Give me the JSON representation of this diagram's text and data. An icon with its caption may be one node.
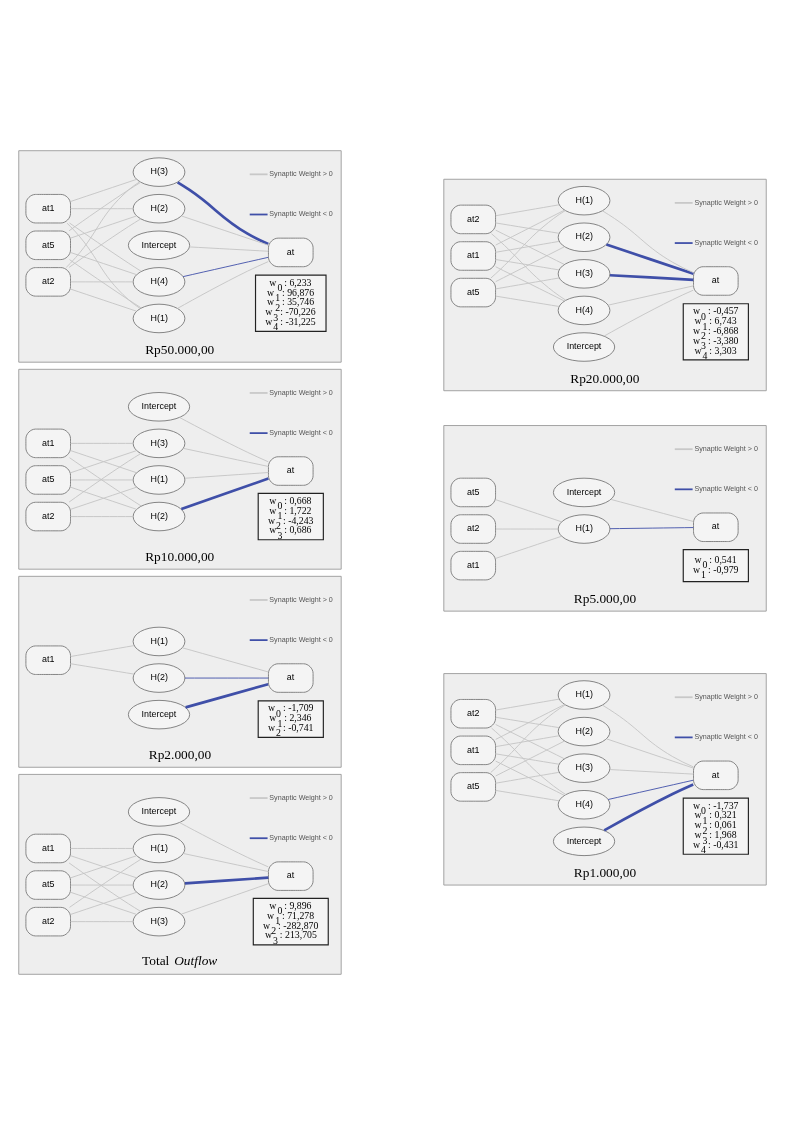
{
  "diagram": {
    "nodes": [
      {
        "text": [
          "Rp50.000,00"
        ]
      },
      {
        "text": [
          "at1"
        ],
        "in": 0
      },
      {
        "text": [
          "at2"
        ],
        "in": 0
      },
      {
        "text": [
          "at5"
        ],
        "in": 0
      },
      {
        "text": [
          "Intercept"
        ],
        "in": 0
      },
      {
        "text": [
          "H(1)"
        ],
        "in": 0
      },
      {
        "text": [
          "H(2)"
        ],
        "in": 0
      },
      {
        "text": [
          "H(3)"
        ],
        "in": 0
      },
      {
        "text": [
          "H(4)"
        ],
        "in": 0
      },
      {
        "text": [
          "at"
        ],
        "in": 0
      },
      {
        "text": [
          "w$_{0}$ : 6,233",
          "w$_{1}$ : 96,876",
          "w$_{2}$ : 35,746",
          "w$_{3}$ : -70,226",
          "w$_{4}$ : -31,225"
        ],
        "in": 0
      },
      {
        "text": [
          "Rp20.000,00"
        ]
      },
      {
        "text": [
          "at1"
        ],
        "in": 11
      },
      {
        "text": [
          "at2"
        ],
        "in": 11
      },
      {
        "text": [
          "at5"
        ],
        "in": 11
      },
      {
        "text": [
          "Intercept"
        ],
        "in": 11
      },
      {
        "text": [
          "H(1)"
        ],
        "in": 11
      },
      {
        "text": [
          "H(2)"
        ],
        "in": 11
      },
      {
        "text": [
          "H(3)"
        ],
        "in": 11
      },
      {
        "text": [
          "H(4)"
        ],
        "in": 11
      },
      {
        "text": [
          "at"
        ],
        "in": 11
      },
      {
        "text": [
          "w$_{0}$ : -0,457",
          "w$_{1}$ : 6,743",
          "w$_{2}$ : -6,868",
          "w$_{3}$ : -3,380",
          "w$_{4}$ : 3,303"
        ],
        "in": 11
      },
      {
        "text": [
          "Rp10.000,00"
        ]
      },
      {
        "text": [
          "at1"
        ],
        "in": 22
      },
      {
        "text": [
          "at2"
        ],
        "in": 22
      },
      {
        "text": [
          "at5"
        ],
        "in": 22
      },
      {
        "text": [
          "Intercept"
        ],
        "in": 22
      },
      {
        "text": [
          "H(1)"
        ],
        "in": 22
      },
      {
        "text": [
          "H(2)"
        ],
        "in": 22
      },
      {
        "text": [
          "H(3)"
        ],
        "in": 22
      },
      {
        "text": [
          "at"
        ],
        "in": 22
      },
      {
        "text": [
          "w$_{0}$ : 0,668",
          "w$_{1}$ : 1,722",
          "w$_{2}$ : -4,243",
          "w$_{3}$ : 0,686"
        ],
        "in": 22
      },
      {
        "text": [
          "Rp5.000,00"
        ]
      },
      {
        "text": [
          "at1"
        ],
        "in": 32
      },
      {
        "text": [
          "at2"
        ],
        "in": 32
      },
      {
        "text": [
          "at5"
        ],
        "in": 32
      },
      {
        "text": [
          "Intercept"
        ],
        "in": 32
      },
      {
        "text": [
          "H(1)"
        ],
        "in": 32
      },
      {
        "text": [
          "at"
        ],
        "in": 32
      },
      {
        "text": [
          "w$_{0}$ : 0,541",
          "w$_{1}$ : -0,979"
        ],
        "in": 32
      },
      {
        "text": [
          "Rp2.000,00"
        ]
      },
      {
        "text": [
          "at1"
        ],
        "in": 40
      },
      {
        "text": [
          "Intercept"
        ],
        "in": 40
      },
      {
        "text": [
          "H(1)"
        ],
        "in": 40
      },
      {
        "text": [
          "H(2)"
        ],
        "in": 40
      },
      {
        "text": [
          "at"
        ],
        "in": 40
      },
      {
        "text": [
          "w$_{0}$ : -1,709",
          "w$_{1}$ : 2,346",
          "w$_{2}$ : -0,741"
        ],
        "in": 40
      },
      {
        "text": [
          "Rp1.000,00"
        ]
      },
      {
        "text": [
          "at1"
        ],
        "in": 47
      },
      {
        "text": [
          "at2"
        ],
        "in": 47
      },
      {
        "text": [
          "at5"
        ],
        "in": 47
      },
      {
        "text": [
          "Intercept"
        ],
        "in": 47
      },
      {
        "text": [
          "H(1)"
        ],
        "in": 47
      },
      {
        "text": [
          "H(2)"
        ],
        "in": 47
      },
      {
        "text": [
          "H(3)"
        ],
        "in": 47
      },
      {
        "text": [
          "H(4)"
        ],
        "in": 47
      },
      {
        "text": [
          "at"
        ],
        "in": 47
      },
      {
        "text": [
          "w$_{0}$ : -1,737",
          "w$_{1}$ : 0,321",
          "w$_{2}$ : 0,061",
          "w$_{3}$ : 1,968",
          "w$_{4}$ : -0,431"
        ],
        "in": 47
      },
      {
        "text": [
          "Total *Outflow*"
        ]
      },
      {
        "text": [
          "at1"
        ],
        "in": 58
      },
      {
        "text": [
          "at2"
        ],
        "in": 58
      },
      {
        "text": [
          "at5"
        ],
        "in": 58
      },
      {
        "text": [
          "Intercept"
        ],
        "in": 58
      },
      {
        "text": [
          "H(1)"
        ],
        "in": 58
      },
      {
        "text": [
          "H(2)"
        ],
        "in": 58
      },
      {
        "text": [
          "H(3)"
        ],
        "in": 58
      },
      {
        "text": [
          "at"
        ],
        "in": 58
      },
      {
        "text": [
          "w$_{0}$ : 9,896",
          "w$_{1}$ : 71,278",
          "w$_{2}$ : -282,870",
          "w$_{3}$ : 213,705"
        ],
        "in": 58
      }
    ],
    "edges": [
      {
        "from": 1,
        "to": 5,
        "arrow": "none"
      },
      {
        "from": 1,
        "to": 6,
        "arrow": "none"
      },
      {
        "from": 1,
        "to": 7,
        "arrow": "none"
      },
      {
        "from": 1,
        "to": 8,
        "arrow": "none"
      },
      {
        "from": 2,
        "to": 5,
        "arrow": "none"
      },
      {
        "from": 2,
        "to": 6,
        "arrow": "none"
      },
      {
        "from": 2,
        "to": 7,
        "arrow": "none"
      },
      {
        "from": 2,
        "to": 8,
        "arrow": "none"
      },
      {
        "from": 3,
        "to": 5,
        "arrow": "none"
      },
      {
        "from": 3,
        "to": 6,
        "arrow": "none"
      },
      {
        "from": 3,
        "to": 7,
        "arrow": "none"
      },
      {
        "from": 3,
        "to": 8,
        "arrow": "none"
      },
      {
        "from": 4,
        "to": 9,
        "arrow": "none"
      },
      {
        "from": 5,
        "to": 9,
        "arrow": "none"
      },
      {
        "from": 6,
        "to": 9,
        "arrow": "none"
      },
      {
        "from": 7,
        "to": 9,
        "arrow": "none",
        "style": "thick",
        "color": "#3f4fa8"
      },
      {
        "from": 8,
        "to": 9,
        "arrow": "none",
        "color": "#3f4fa8"
      },
      {
        "from": 12,
        "to": 16,
        "arrow": "none"
      },
      {
        "from": 12,
        "to": 17,
        "arrow": "none"
      },
      {
        "from": 12,
        "to": 18,
        "arrow": "none"
      },
      {
        "from": 12,
        "to": 19,
        "arrow": "none"
      },
      {
        "from": 13,
        "to": 16,
        "arrow": "none"
      },
      {
        "from": 13,
        "to": 17,
        "arrow": "none"
      },
      {
        "from": 13,
        "to": 18,
        "arrow": "none"
      },
      {
        "from": 13,
        "to": 19,
        "arrow": "none"
      },
      {
        "from": 14,
        "to": 16,
        "arrow": "none"
      },
      {
        "from": 14,
        "to": 17,
        "arrow": "none"
      },
      {
        "from": 14,
        "to": 18,
        "arrow": "none"
      },
      {
        "from": 14,
        "to": 19,
        "arrow": "none"
      },
      {
        "from": 15,
        "to": 20,
        "arrow": "none"
      },
      {
        "from": 16,
        "to": 20,
        "arrow": "none"
      },
      {
        "from": 17,
        "to": 20,
        "arrow": "none",
        "style": "thick",
        "color": "#3f4fa8"
      },
      {
        "from": 18,
        "to": 20,
        "arrow": "none",
        "style": "thick",
        "color": "#3f4fa8"
      },
      {
        "from": 19,
        "to": 20,
        "arrow": "none"
      },
      {
        "from": 23,
        "to": 27,
        "arrow": "none"
      },
      {
        "from": 23,
        "to": 28,
        "arrow": "none"
      },
      {
        "from": 23,
        "to": 29,
        "arrow": "none"
      },
      {
        "from": 24,
        "to": 27,
        "arrow": "none"
      },
      {
        "from": 24,
        "to": 28,
        "arrow": "none"
      },
      {
        "from": 24,
        "to": 29,
        "arrow": "none"
      },
      {
        "from": 25,
        "to": 27,
        "arrow": "none"
      },
      {
        "from": 25,
        "to": 28,
        "arrow": "none"
      },
      {
        "from": 25,
        "to": 29,
        "arrow": "none"
      },
      {
        "from": 26,
        "to": 30,
        "arrow": "none"
      },
      {
        "from": 27,
        "to": 30,
        "arrow": "none"
      },
      {
        "from": 28,
        "to": 30,
        "arrow": "none",
        "style": "thick",
        "color": "#3f4fa8"
      },
      {
        "from": 29,
        "to": 30,
        "arrow": "none"
      },
      {
        "from": 33,
        "to": 37,
        "arrow": "none"
      },
      {
        "from": 34,
        "to": 37,
        "arrow": "none"
      },
      {
        "from": 35,
        "to": 37,
        "arrow": "none"
      },
      {
        "from": 36,
        "to": 38,
        "arrow": "none"
      },
      {
        "from": 37,
        "to": 38,
        "arrow": "none",
        "color": "#3f4fa8"
      },
      {
        "from": 41,
        "to": 43,
        "arrow": "none"
      },
      {
        "from": 41,
        "to": 44,
        "arrow": "none"
      },
      {
        "from": 42,
        "to": 45,
        "arrow": "none",
        "style": "thick",
        "color": "#3f4fa8"
      },
      {
        "from": 43,
        "to": 45,
        "arrow": "none"
      },
      {
        "from": 44,
        "to": 45,
        "arrow": "none",
        "color": "#3f4fa8"
      },
      {
        "from": 48,
        "to": 52,
        "arrow": "none"
      },
      {
        "from": 48,
        "to": 53,
        "arrow": "none"
      },
      {
        "from": 48,
        "to": 54,
        "arrow": "none"
      },
      {
        "from": 48,
        "to": 55,
        "arrow": "none"
      },
      {
        "from": 49,
        "to": 52,
        "arrow": "none"
      },
      {
        "from": 49,
        "to": 53,
        "arrow": "none"
      },
      {
        "from": 49,
        "to": 54,
        "arrow": "none"
      },
      {
        "from": 49,
        "to": 55,
        "arrow": "none"
      },
      {
        "from": 50,
        "to": 52,
        "arrow": "none"
      },
      {
        "from": 50,
        "to": 53,
        "arrow": "none"
      },
      {
        "from": 50,
        "to": 54,
        "arrow": "none"
      },
      {
        "from": 50,
        "to": 55,
        "arrow": "none"
      },
      {
        "from": 51,
        "to": 56,
        "arrow": "none",
        "style": "thick",
        "color": "#3f4fa8"
      },
      {
        "from": 52,
        "to": 56,
        "arrow": "none"
      },
      {
        "from": 53,
        "to": 56,
        "arrow": "none"
      },
      {
        "from": 54,
        "to": 56,
        "arrow": "none"
      },
      {
        "from": 55,
        "to": 56,
        "arrow": "none",
        "color": "#3f4fa8"
      },
      {
        "from": 59,
        "to": 63,
        "arrow": "none"
      },
      {
        "from": 59,
        "to": 64,
        "arrow": "none"
      },
      {
        "from": 59,
        "to": 65,
        "arrow": "none"
      },
      {
        "from": 60,
        "to": 63,
        "arrow": "none"
      },
      {
        "from": 60,
        "to": 64,
        "arrow": "none"
      },
      {
        "from": 60,
        "to": 65,
        "arrow": "none"
      },
      {
        "from": 61,
        "to": 63,
        "arrow": "none"
      },
      {
        "from": 61,
        "to": 64,
        "arrow": "none"
      },
      {
        "from": 61,
        "to": 65,
        "arrow": "none"
      },
      {
        "from": 62,
        "to": 66,
        "arrow": "none"
      },
      {
        "from": 63,
        "to": 66,
        "arrow": "none"
      },
      {
        "from": 64,
        "to": 66,
        "arrow": "none",
        "style": "thick",
        "color": "#3f4fa8"
      },
      {
        "from": 65,
        "to": 66,
        "arrow": "none"
      }
    ],
    "legend": [
      {
        "text": "Synaptic Weight > 0"
      },
      {
        "text": "Synaptic Weight < 0"
      },
      {
        "text": "Synaptic Weight > 0"
      },
      {
        "text": "Synaptic Weight < 0"
      },
      {
        "text": "Synaptic Weight > 0"
      },
      {
        "text": "Synaptic Weight < 0"
      },
      {
        "text": "Synaptic Weight > 0"
      },
      {
        "text": "Synaptic Weight < 0"
      },
      {
        "text": "Synaptic Weight > 0"
      },
      {
        "text": "Synaptic Weight < 0"
      },
      {
        "text": "Synaptic Weight > 0"
      },
      {
        "text": "Synaptic Weight < 0"
      },
      {
        "text": "Synaptic Weight > 0"
      },
      {
        "text": "Synaptic Weight < 0"
      }
    ]
  }
}
